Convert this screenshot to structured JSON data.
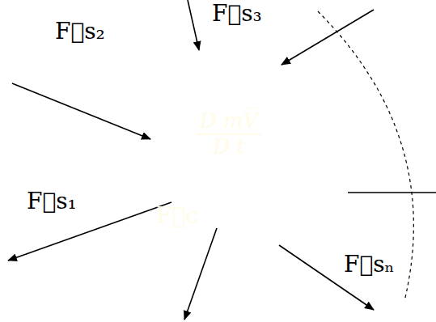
{
  "diagram": {
    "nodes": [
      {
        "text": [
          "D mV̅",
          "D t"
        ]
      }
    ],
    "labels": [
      "F⃗s₂",
      "F⃗s₃",
      "F⃗s₁",
      "F⃗sₙ",
      "F⃗c"
    ]
  }
}
